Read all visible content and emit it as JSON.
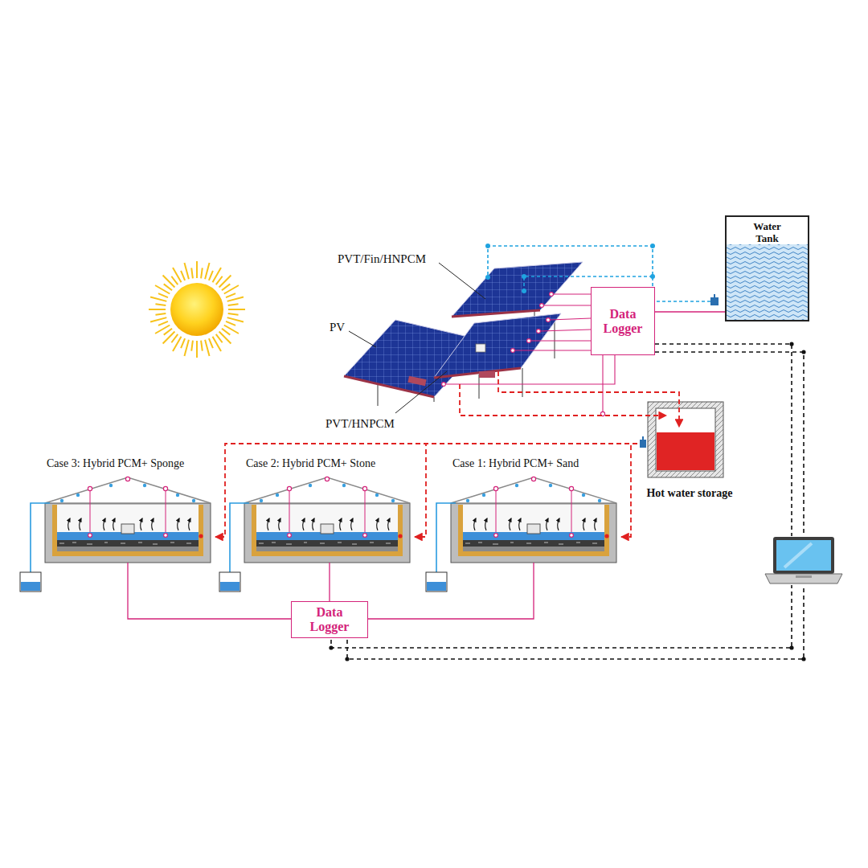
{
  "diagram": {
    "nodes": [
      {
        "text": [
          "Water Tank"
        ]
      },
      {
        "text": [
          "Data Logger"
        ]
      },
      {
        "text": [
          "Hot water storage"
        ]
      },
      {
        "text": [
          "Case 3: Hybrid PCM+ Sponge"
        ]
      },
      {
        "text": [
          "Case 2: Hybrid PCM+ Stone"
        ]
      },
      {
        "text": [
          "Case 1: Hybrid PCM+ Sand"
        ]
      },
      {
        "text": [
          "Data Logger"
        ]
      }
    ],
    "edges": [
      {
        "from": 1,
        "to": 0,
        "arrow": "none"
      },
      {
        "from": 2,
        "to": 5,
        "arrow": "to"
      },
      {
        "from": 2,
        "to": 4,
        "arrow": "to"
      },
      {
        "from": 2,
        "to": 3,
        "arrow": "to"
      },
      {
        "from": 6,
        "to": 3,
        "arrow": "none"
      },
      {
        "from": 6,
        "to": 4,
        "arrow": "none"
      },
      {
        "from": 6,
        "to": 5,
        "arrow": "none"
      }
    ],
    "labels": [
      "PVT/Fin/HNPCM",
      "PV",
      "PVT/HNPCM"
    ]
  }
}
